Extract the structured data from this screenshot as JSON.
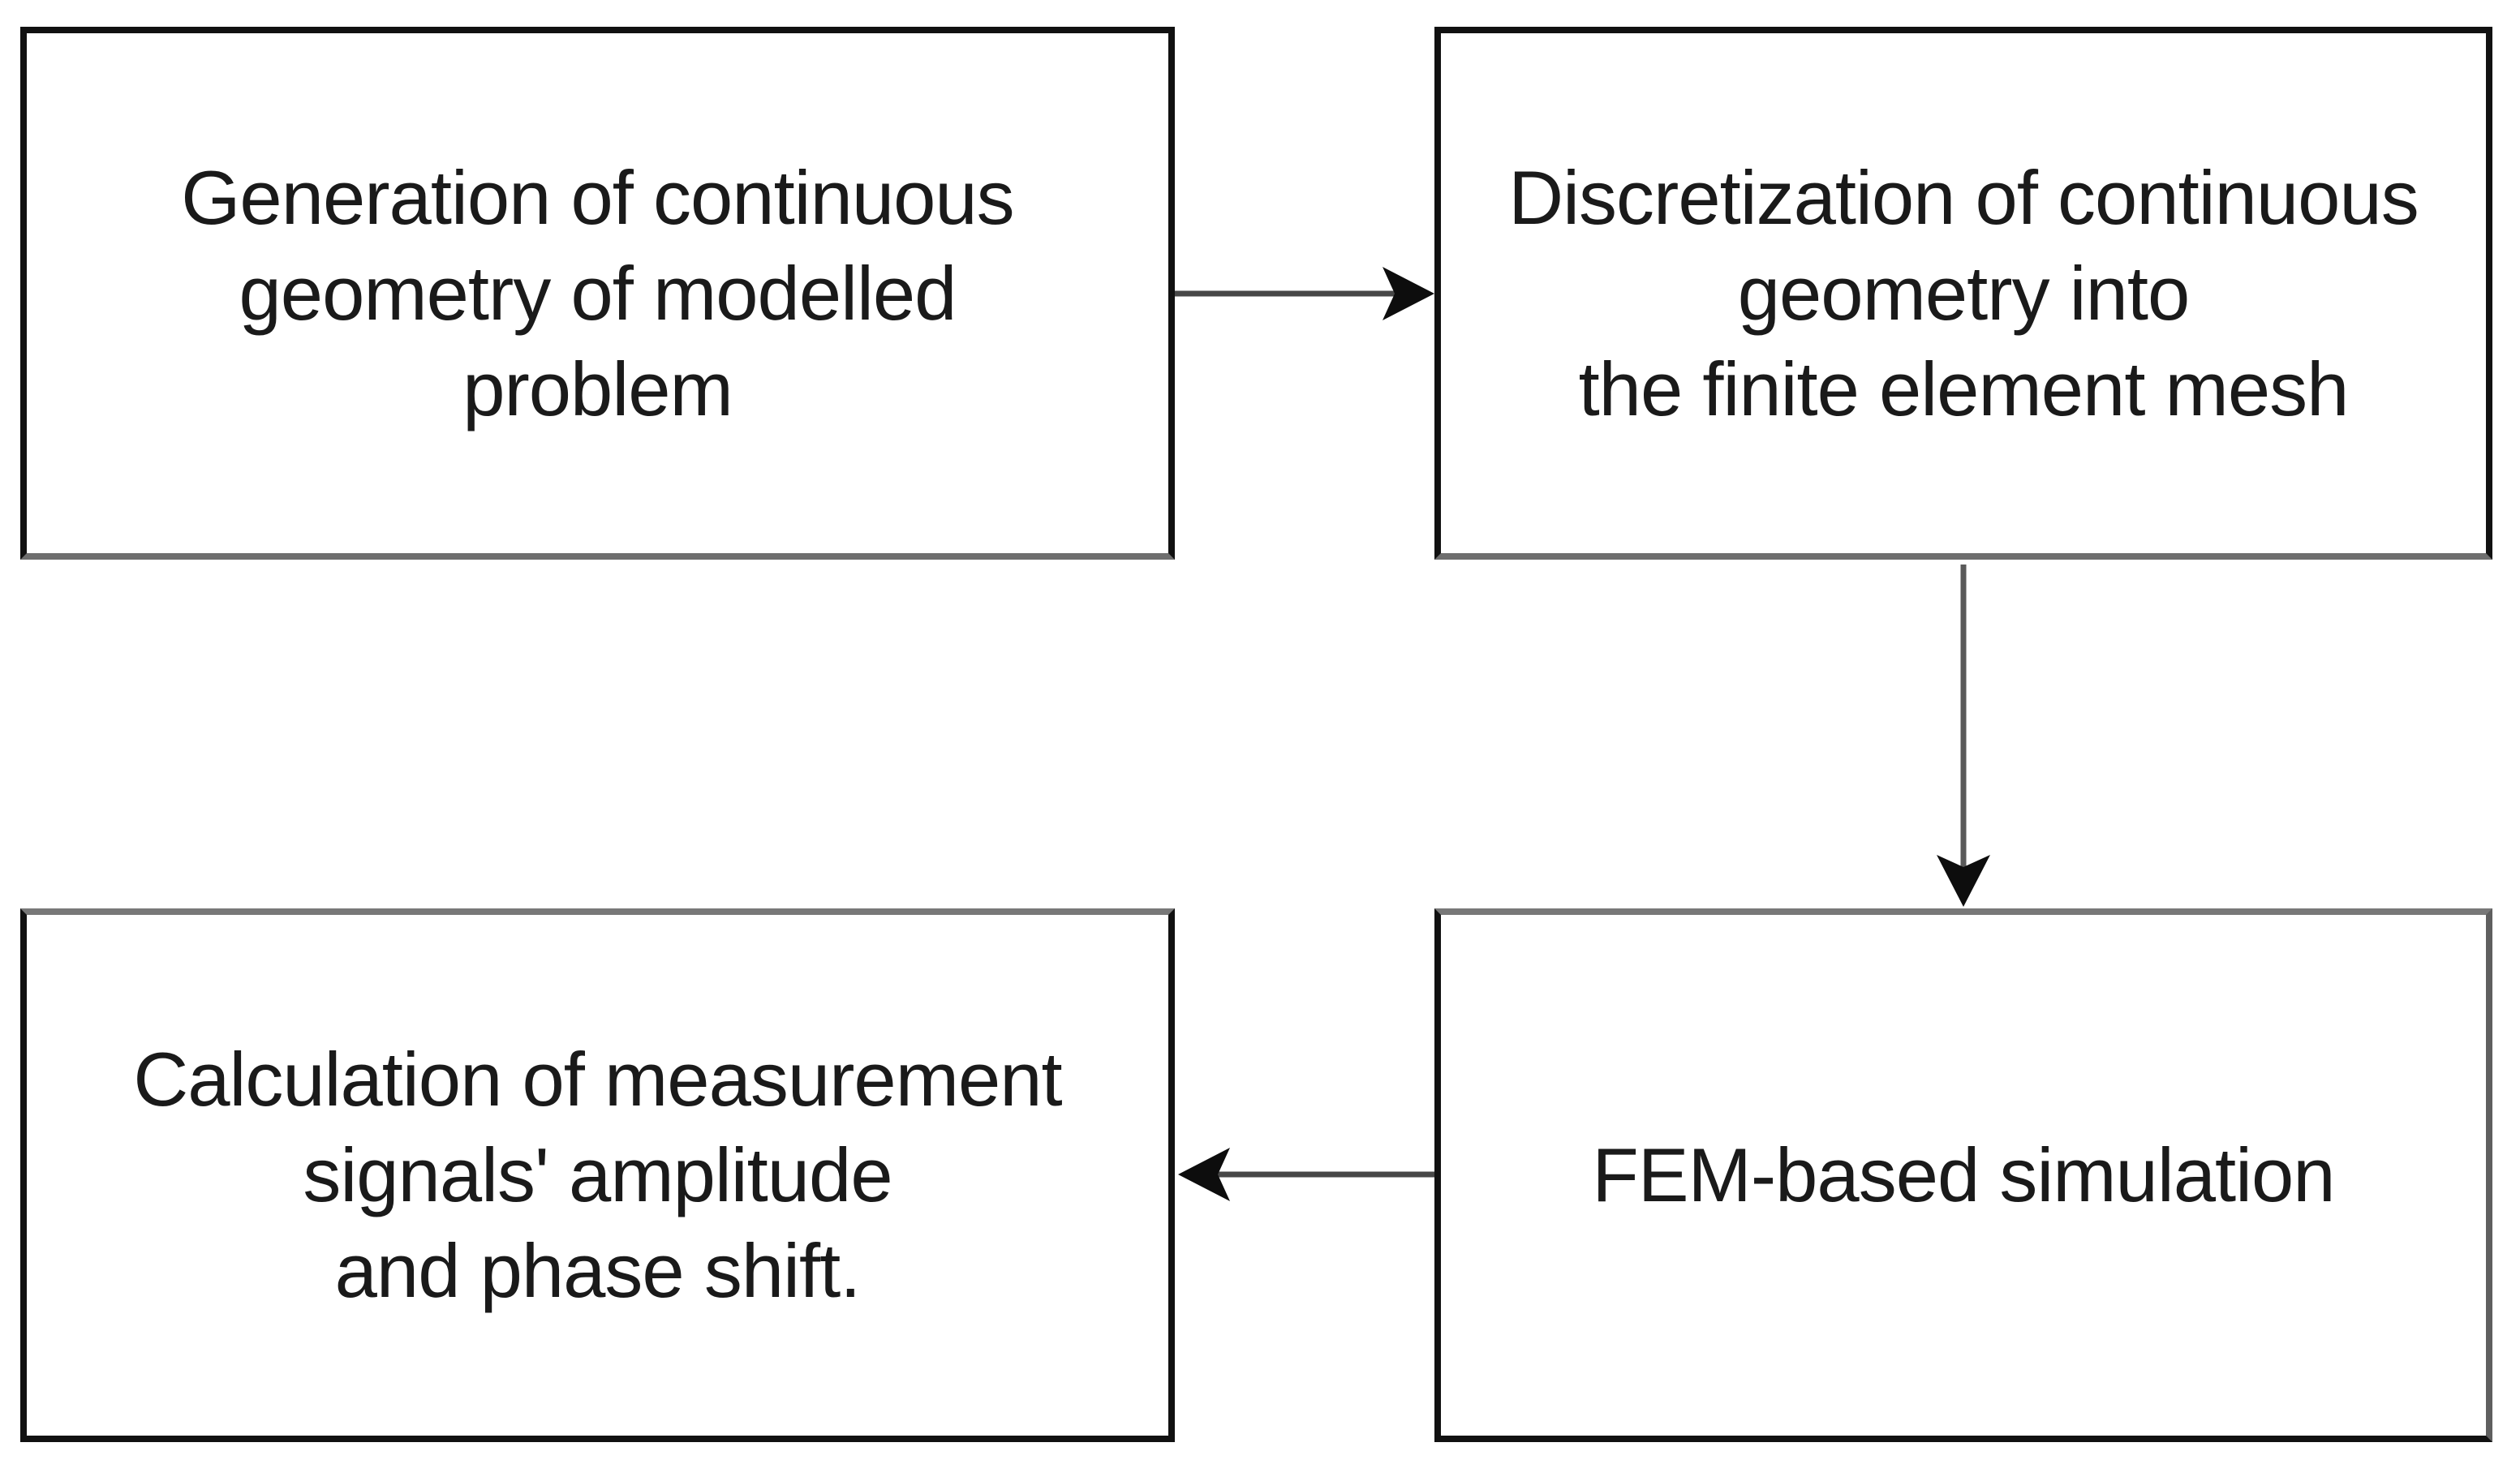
{
  "diagram": {
    "type": "flowchart",
    "boxes": [
      {
        "id": "generation",
        "label": "Generation of continuous\ngeometry of modelled\nproblem"
      },
      {
        "id": "discretization",
        "label": "Discretization of continuous\ngeometry into\nthe finite element mesh"
      },
      {
        "id": "fem-simulation",
        "label": "FEM-based simulation"
      },
      {
        "id": "calculation",
        "label": "Calculation of measurement\nsignals' amplitude\nand phase shift."
      }
    ],
    "arrows": [
      {
        "from": "generation",
        "to": "discretization",
        "direction": "right"
      },
      {
        "from": "discretization",
        "to": "fem-simulation",
        "direction": "down"
      },
      {
        "from": "fem-simulation",
        "to": "calculation",
        "direction": "left"
      }
    ],
    "colors": {
      "background": "#ffffff",
      "box_border": "#111111",
      "text": "#1a1a1a",
      "arrow_line": "#474747",
      "arrow_head": "#0d0d0d"
    }
  }
}
